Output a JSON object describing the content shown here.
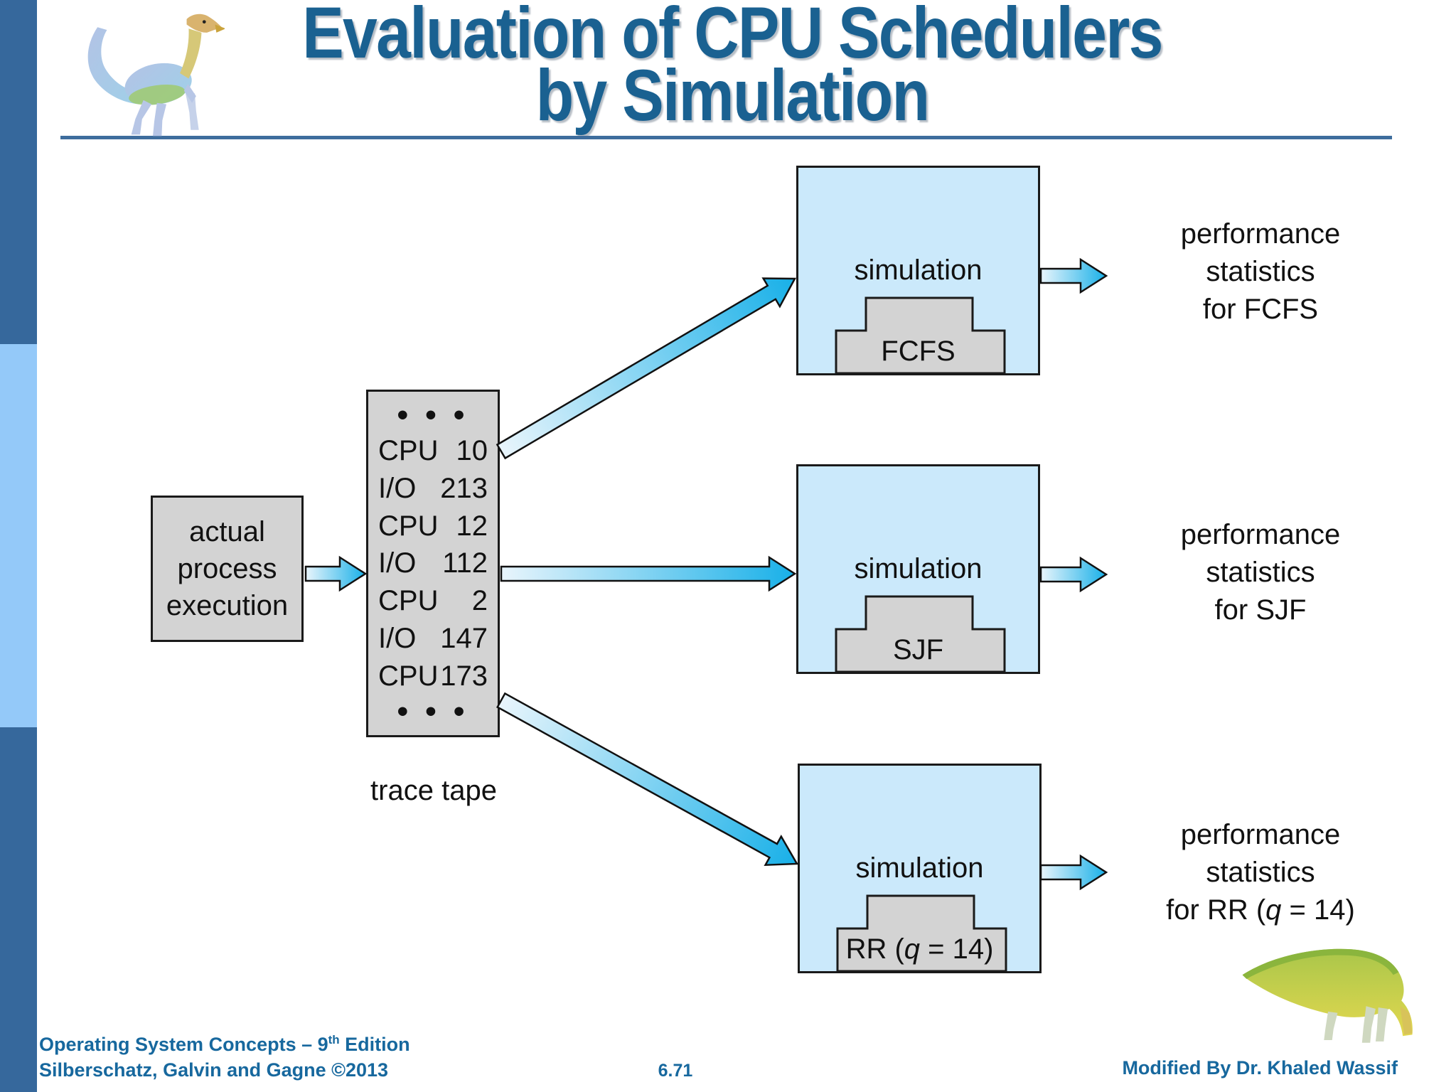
{
  "slide": {
    "title_line1": "Evaluation of CPU Schedulers",
    "title_line2": "by Simulation"
  },
  "diagram": {
    "actual_box": {
      "lines": [
        "actual",
        "process",
        "execution"
      ]
    },
    "trace_tape": {
      "dots_top": "• • •",
      "rows": [
        {
          "label": "CPU",
          "value": "10"
        },
        {
          "label": "I/O",
          "value": "213"
        },
        {
          "label": "CPU",
          "value": "12"
        },
        {
          "label": "I/O",
          "value": "112"
        },
        {
          "label": "CPU",
          "value": "2"
        },
        {
          "label": "I/O",
          "value": "147"
        },
        {
          "label": "CPU",
          "value": "173"
        }
      ],
      "dots_bottom": "• • •",
      "caption": "trace tape"
    },
    "simulations": [
      {
        "label": "simulation",
        "sched_pre": "FCFS",
        "sched_q": "",
        "sched_post": "",
        "stats1": "performance",
        "stats2": "statistics",
        "stats3_pre": "for FCFS",
        "stats3_q": "",
        "stats3_post": ""
      },
      {
        "label": "simulation",
        "sched_pre": "SJF",
        "sched_q": "",
        "sched_post": "",
        "stats1": "performance",
        "stats2": "statistics",
        "stats3_pre": "for SJF",
        "stats3_q": "",
        "stats3_post": ""
      },
      {
        "label": "simulation",
        "sched_pre": "RR (",
        "sched_q": "q",
        "sched_post": " = 14)",
        "stats1": "performance",
        "stats2": "statistics",
        "stats3_pre": "for RR (",
        "stats3_q": "q",
        "stats3_post": " = 14)"
      }
    ]
  },
  "footer": {
    "book_pre": "Operating System Concepts – 9",
    "book_sup": "th",
    "book_post": " Edition",
    "authors": "Silberschatz, Galvin and Gagne ©2013",
    "page": "6.71",
    "modified": "Modified By Dr. Khaled Wassif"
  },
  "colors": {
    "title_text": "#1a6191",
    "footer_text": "#17689e",
    "sidebar_dark": "#36689c",
    "sidebar_light": "#94c9f9",
    "sim_box_fill": "#cbe9fb",
    "gray_box_fill": "#d3d3d3",
    "outline": "#1a1a1a",
    "arrow_head": "#18b0e8",
    "arrow_tail": "#e9f5fc",
    "rule": "#3e6d9d"
  }
}
